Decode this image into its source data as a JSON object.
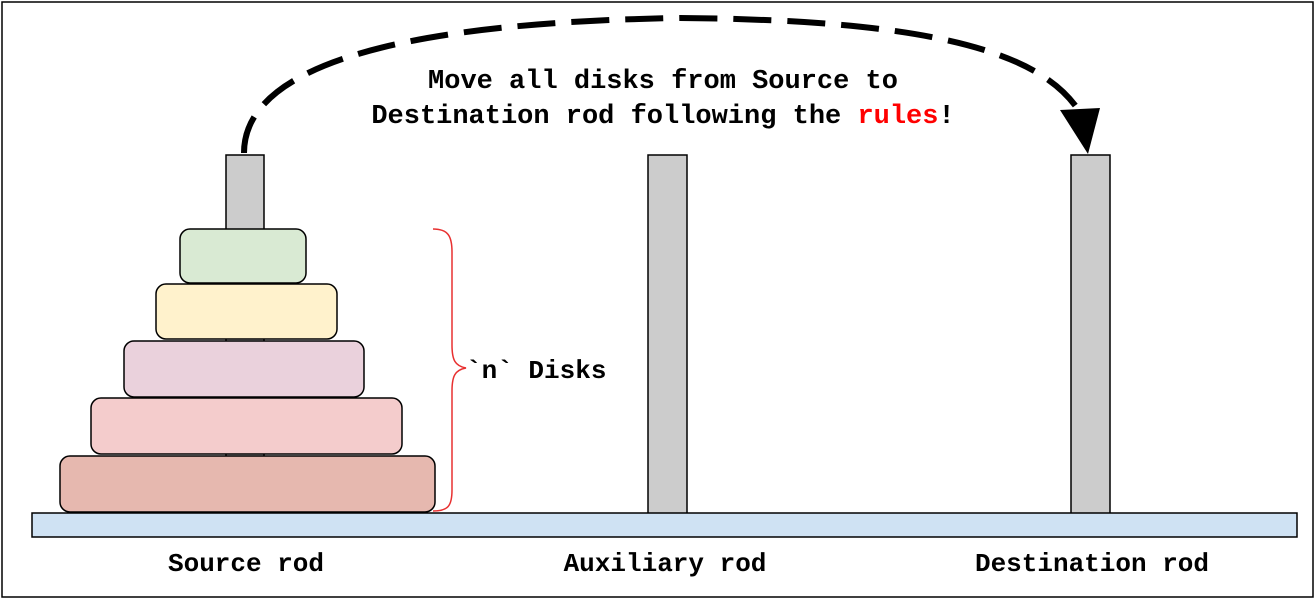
{
  "title": {
    "line1": "Move all disks from Source to",
    "line2_prefix": "Destination rod following the ",
    "line2_highlight": "rules",
    "line2_suffix": "!"
  },
  "brace_label": "`n` Disks",
  "rods": [
    {
      "label": "Source rod"
    },
    {
      "label": "Auxiliary rod"
    },
    {
      "label": "Destination rod"
    }
  ],
  "colors": {
    "highlight": "#ff0000",
    "brace": "#e83030",
    "rod": "#cccccc",
    "base": "#cfe2f3",
    "disk_1": "#d9ead3",
    "disk_2": "#fff2cc",
    "disk_3": "#ead1dc",
    "disk_4": "#f4cccc",
    "disk_5": "#e6b8af"
  },
  "disk_count": 5
}
